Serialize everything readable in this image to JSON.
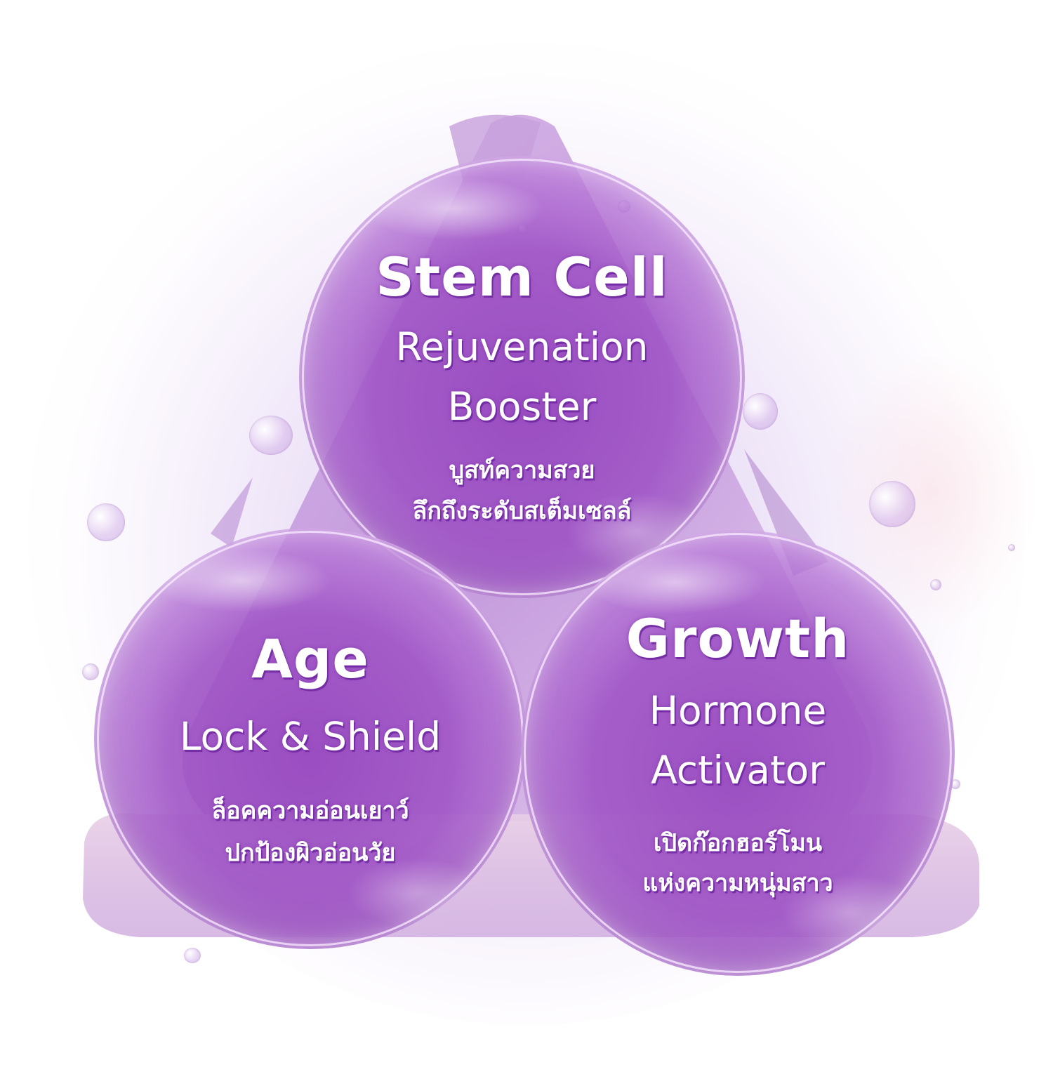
{
  "colors": {
    "bubble_core": "#9a4cc2",
    "bubble_rim": "#f2e4fa",
    "text": "#ffffff",
    "text_shadow": "#6e28a0",
    "halo": "#d6bfee"
  },
  "bubbles": {
    "top": {
      "title": "Stem Cell",
      "line1": "Rejuvenation",
      "line2": "Booster",
      "thai1": "บูสท์ความสวย",
      "thai2": "ลึกถึงระดับสเต็มเซลล์"
    },
    "left": {
      "title": "Age",
      "line1": "Lock & Shield",
      "thai1": "ล็อคความอ่อนเยาว์",
      "thai2": "ปกป้องผิวอ่อนวัย"
    },
    "right": {
      "title": "Growth",
      "line1": "Hormone",
      "line2": "Activator",
      "thai1": "เปิดก๊อกฮอร์โมน",
      "thai2": "แห่งความหนุ่มสาว"
    }
  }
}
